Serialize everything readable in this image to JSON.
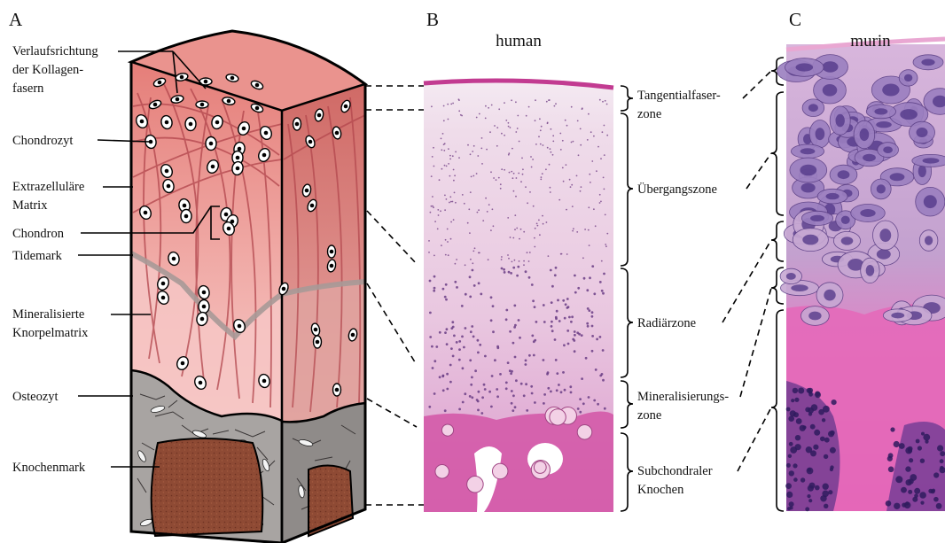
{
  "panels": [
    {
      "letter": "A"
    },
    {
      "letter": "B",
      "title": "human"
    },
    {
      "letter": "C",
      "title": "murin"
    }
  ],
  "left_labels": [
    {
      "lines": [
        "Verlaufsrichtung",
        "der Kollagen-",
        "fasern"
      ]
    },
    {
      "lines": [
        "Chondrozyt"
      ]
    },
    {
      "lines": [
        "Extrazelluläre",
        "Matrix"
      ]
    },
    {
      "lines": [
        "Chondron"
      ]
    },
    {
      "lines": [
        "Tidemark"
      ]
    },
    {
      "lines": [
        "Mineralisierte",
        "Knorpelmatrix"
      ]
    },
    {
      "lines": [
        "Osteozyt"
      ]
    },
    {
      "lines": [
        "Knochenmark"
      ]
    }
  ],
  "zones": [
    {
      "lines": [
        "Tangentialfaser-",
        "zone"
      ]
    },
    {
      "lines": [
        "Übergangszone"
      ]
    },
    {
      "lines": [
        "Radiärzone"
      ]
    },
    {
      "lines": [
        "Mineralisierungs-",
        "zone"
      ]
    },
    {
      "lines": [
        "Subchondraler",
        "Knochen"
      ]
    }
  ],
  "colors": {
    "top_face": "#e8908c",
    "cartilage_front_top": "#e9847f",
    "cartilage_front_bottom": "#f3c1bf",
    "cartilage_side": "#d27570",
    "bone": "#a9a6a4",
    "marrow": "#8c4a34",
    "tissue_b": "#dfa5cf",
    "tissue_c": "#c471bb"
  }
}
